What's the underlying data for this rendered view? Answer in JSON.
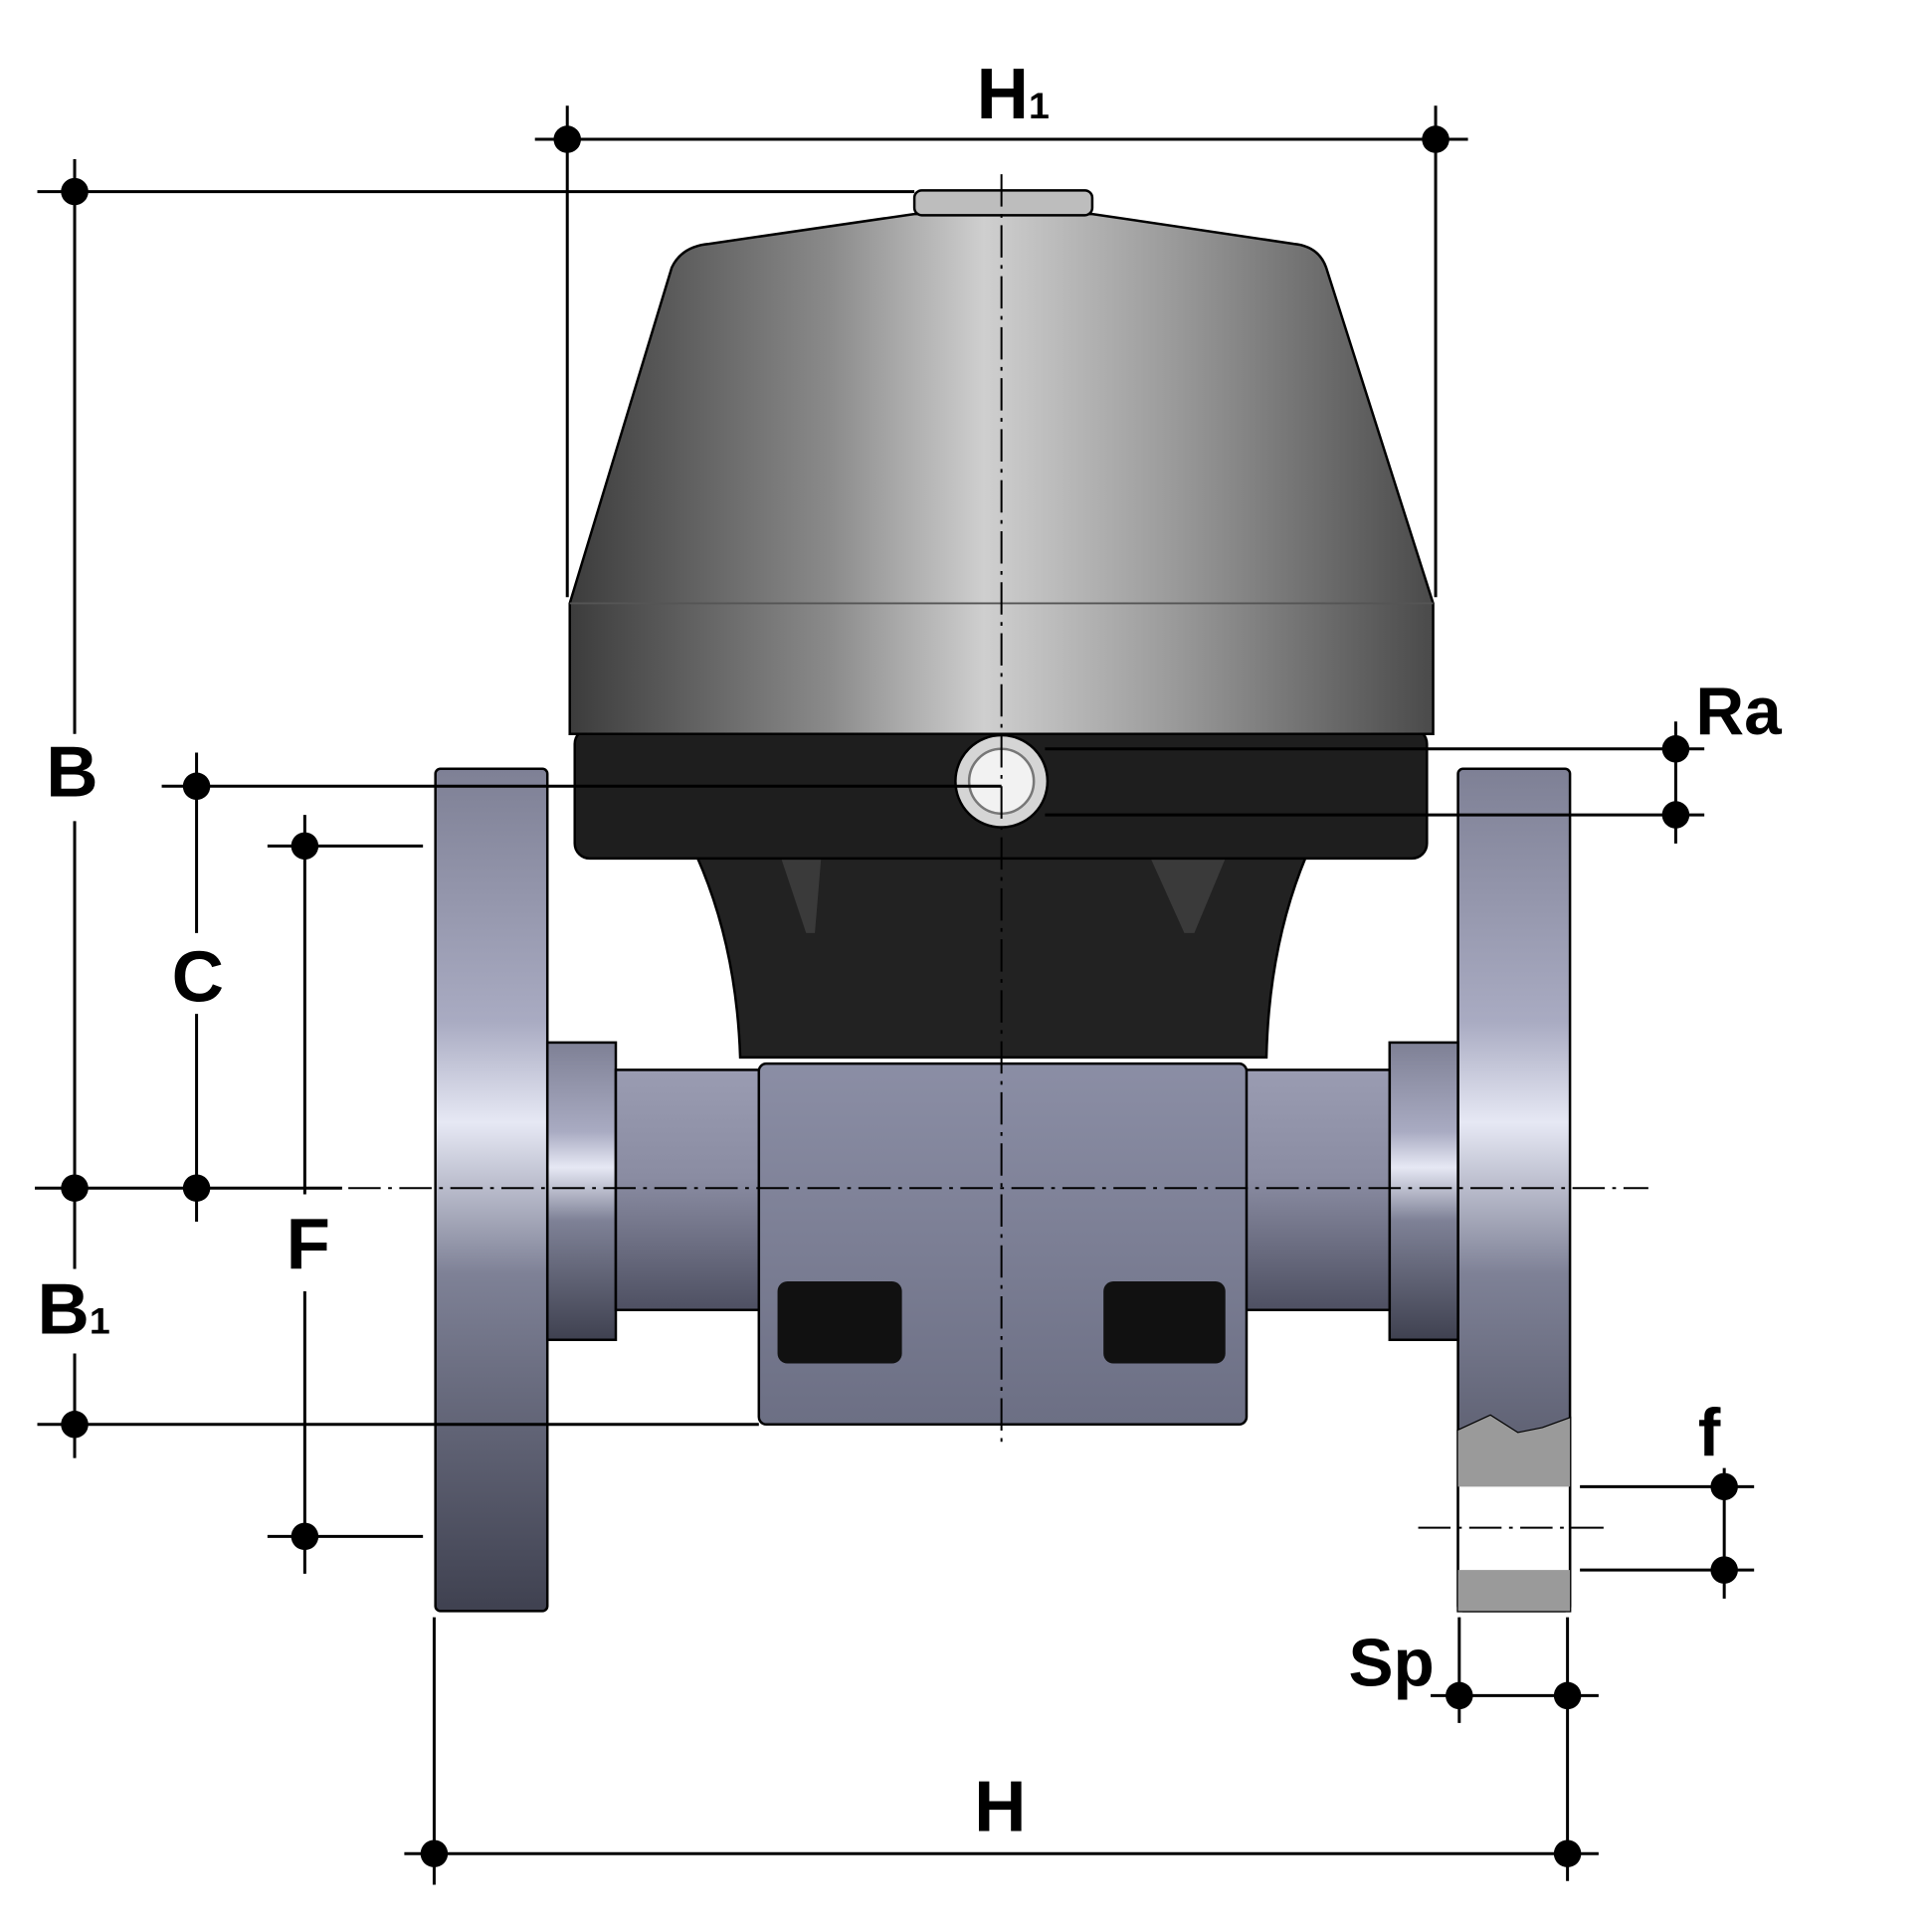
{
  "title": "Diaphragm valve dimensional drawing",
  "dimensions": {
    "H1": {
      "main": "H",
      "sub": "1"
    },
    "B": "B",
    "B1": {
      "main": "B",
      "sub": "1"
    },
    "C": "C",
    "F": "F",
    "Ra": "Ra",
    "f": "f",
    "Sp": "Sp",
    "H": "H"
  },
  "colors": {
    "actuator_top": "#8e8e8e",
    "actuator_band": "#1e1e1e",
    "body": "#80839a",
    "flange": "#8f91a8"
  }
}
